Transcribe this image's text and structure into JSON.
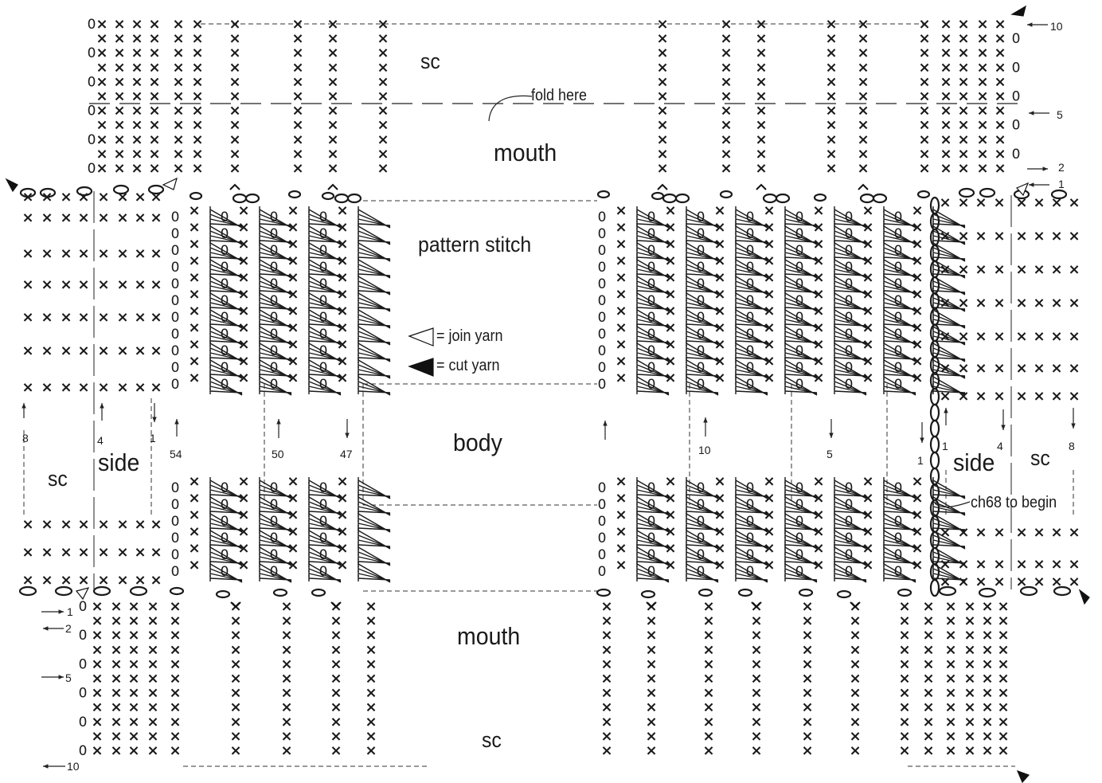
{
  "labels": {
    "sc_top": "sc",
    "sc_bottom": "sc",
    "sc_left": "sc",
    "sc_right": "sc",
    "mouth_top": "mouth",
    "mouth_bottom": "mouth",
    "fold_here": "fold here",
    "pattern_stitch": "pattern stitch",
    "body": "body",
    "side_left": "side",
    "side_right": "side",
    "ch68_to_begin": "ch68 to begin"
  },
  "legend": {
    "join_yarn": "= join yarn",
    "cut_yarn": "= cut yarn"
  },
  "row_numbers": {
    "top_right_10": "10",
    "top_right_5": "5",
    "top_right_2": "2",
    "top_right_1": "1",
    "bottom_left_1": "1",
    "bottom_left_2": "2",
    "bottom_left_5": "5",
    "bottom_left_10": "10",
    "left_8": "8",
    "left_4": "4",
    "left_1": "1",
    "mid_54": "54",
    "mid_50": "50",
    "mid_47": "47",
    "mid_10": "10",
    "mid_5": "5",
    "right_1a": "1",
    "right_1b": "1",
    "right_4": "4",
    "right_8": "8"
  },
  "symbols": {
    "sc": "×",
    "ch": "0"
  }
}
